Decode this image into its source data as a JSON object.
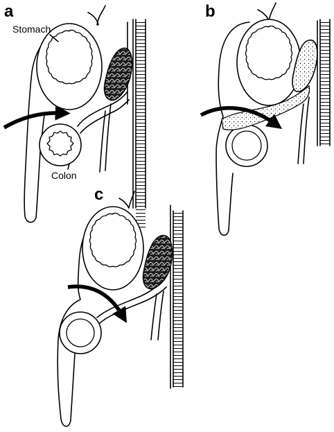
{
  "panels": [
    {
      "letter": "a"
    },
    {
      "letter": "b"
    },
    {
      "letter": "c"
    }
  ],
  "labels": {
    "stomach": "Stomach",
    "colon": "Colon"
  }
}
